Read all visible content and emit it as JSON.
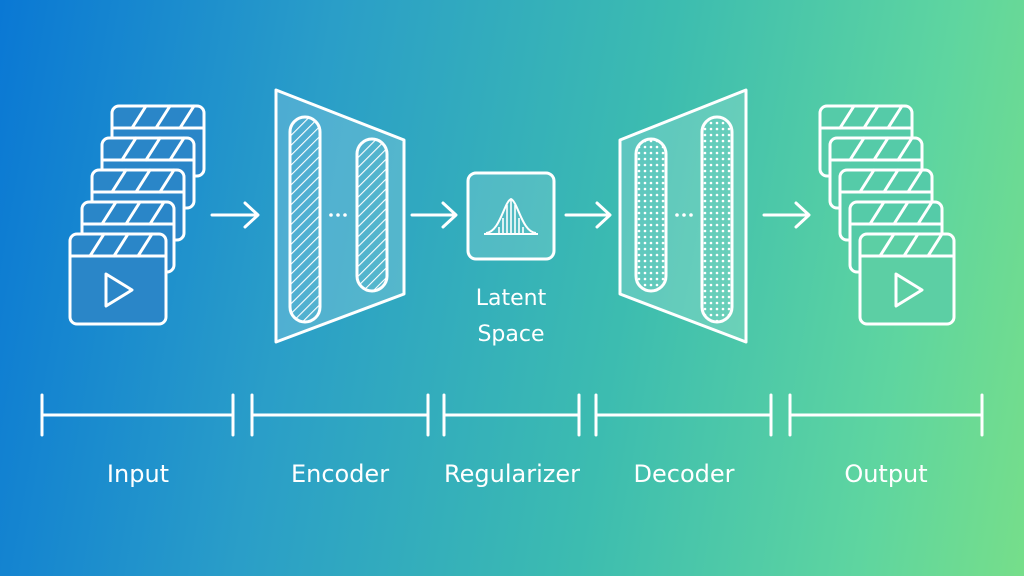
{
  "diagram": {
    "latent_space_label_line1": "Latent",
    "latent_space_label_line2": "Space",
    "stages": [
      {
        "label": "Input"
      },
      {
        "label": "Encoder"
      },
      {
        "label": "Regularizer"
      },
      {
        "label": "Decoder"
      },
      {
        "label": "Output"
      }
    ],
    "colors": {
      "stroke": "#ffffff",
      "gradient_start": "#0a78d4",
      "gradient_end": "#76de8a"
    },
    "icons": [
      "video-clip-stack-icon",
      "encoder-funnel-icon",
      "gaussian-distribution-icon",
      "decoder-funnel-icon",
      "arrow-right-icon"
    ]
  }
}
